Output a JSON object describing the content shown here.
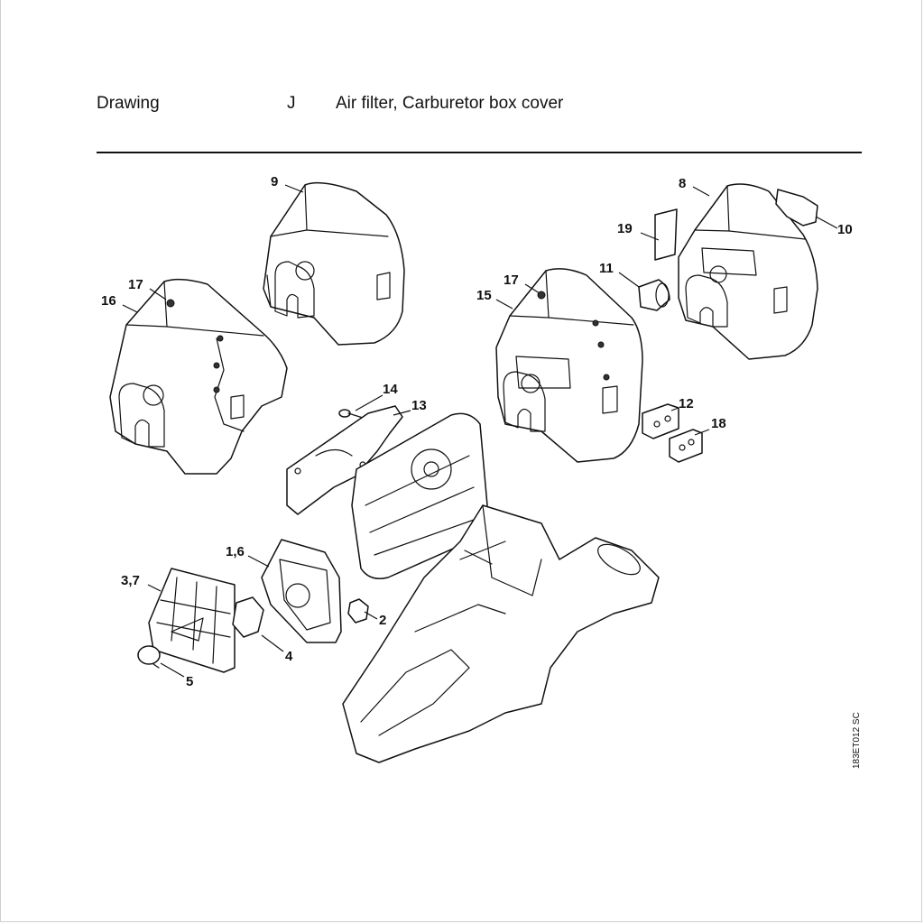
{
  "header": {
    "label": "Drawing",
    "code": "J",
    "title": "Air filter, Carburetor box cover"
  },
  "drawing_id": "183ET012 SC",
  "callouts": [
    "9",
    "8",
    "19",
    "10",
    "17",
    "16",
    "17",
    "15",
    "11",
    "14",
    "13",
    "12",
    "18",
    "1,6",
    "3,7",
    "2",
    "4",
    "5"
  ]
}
